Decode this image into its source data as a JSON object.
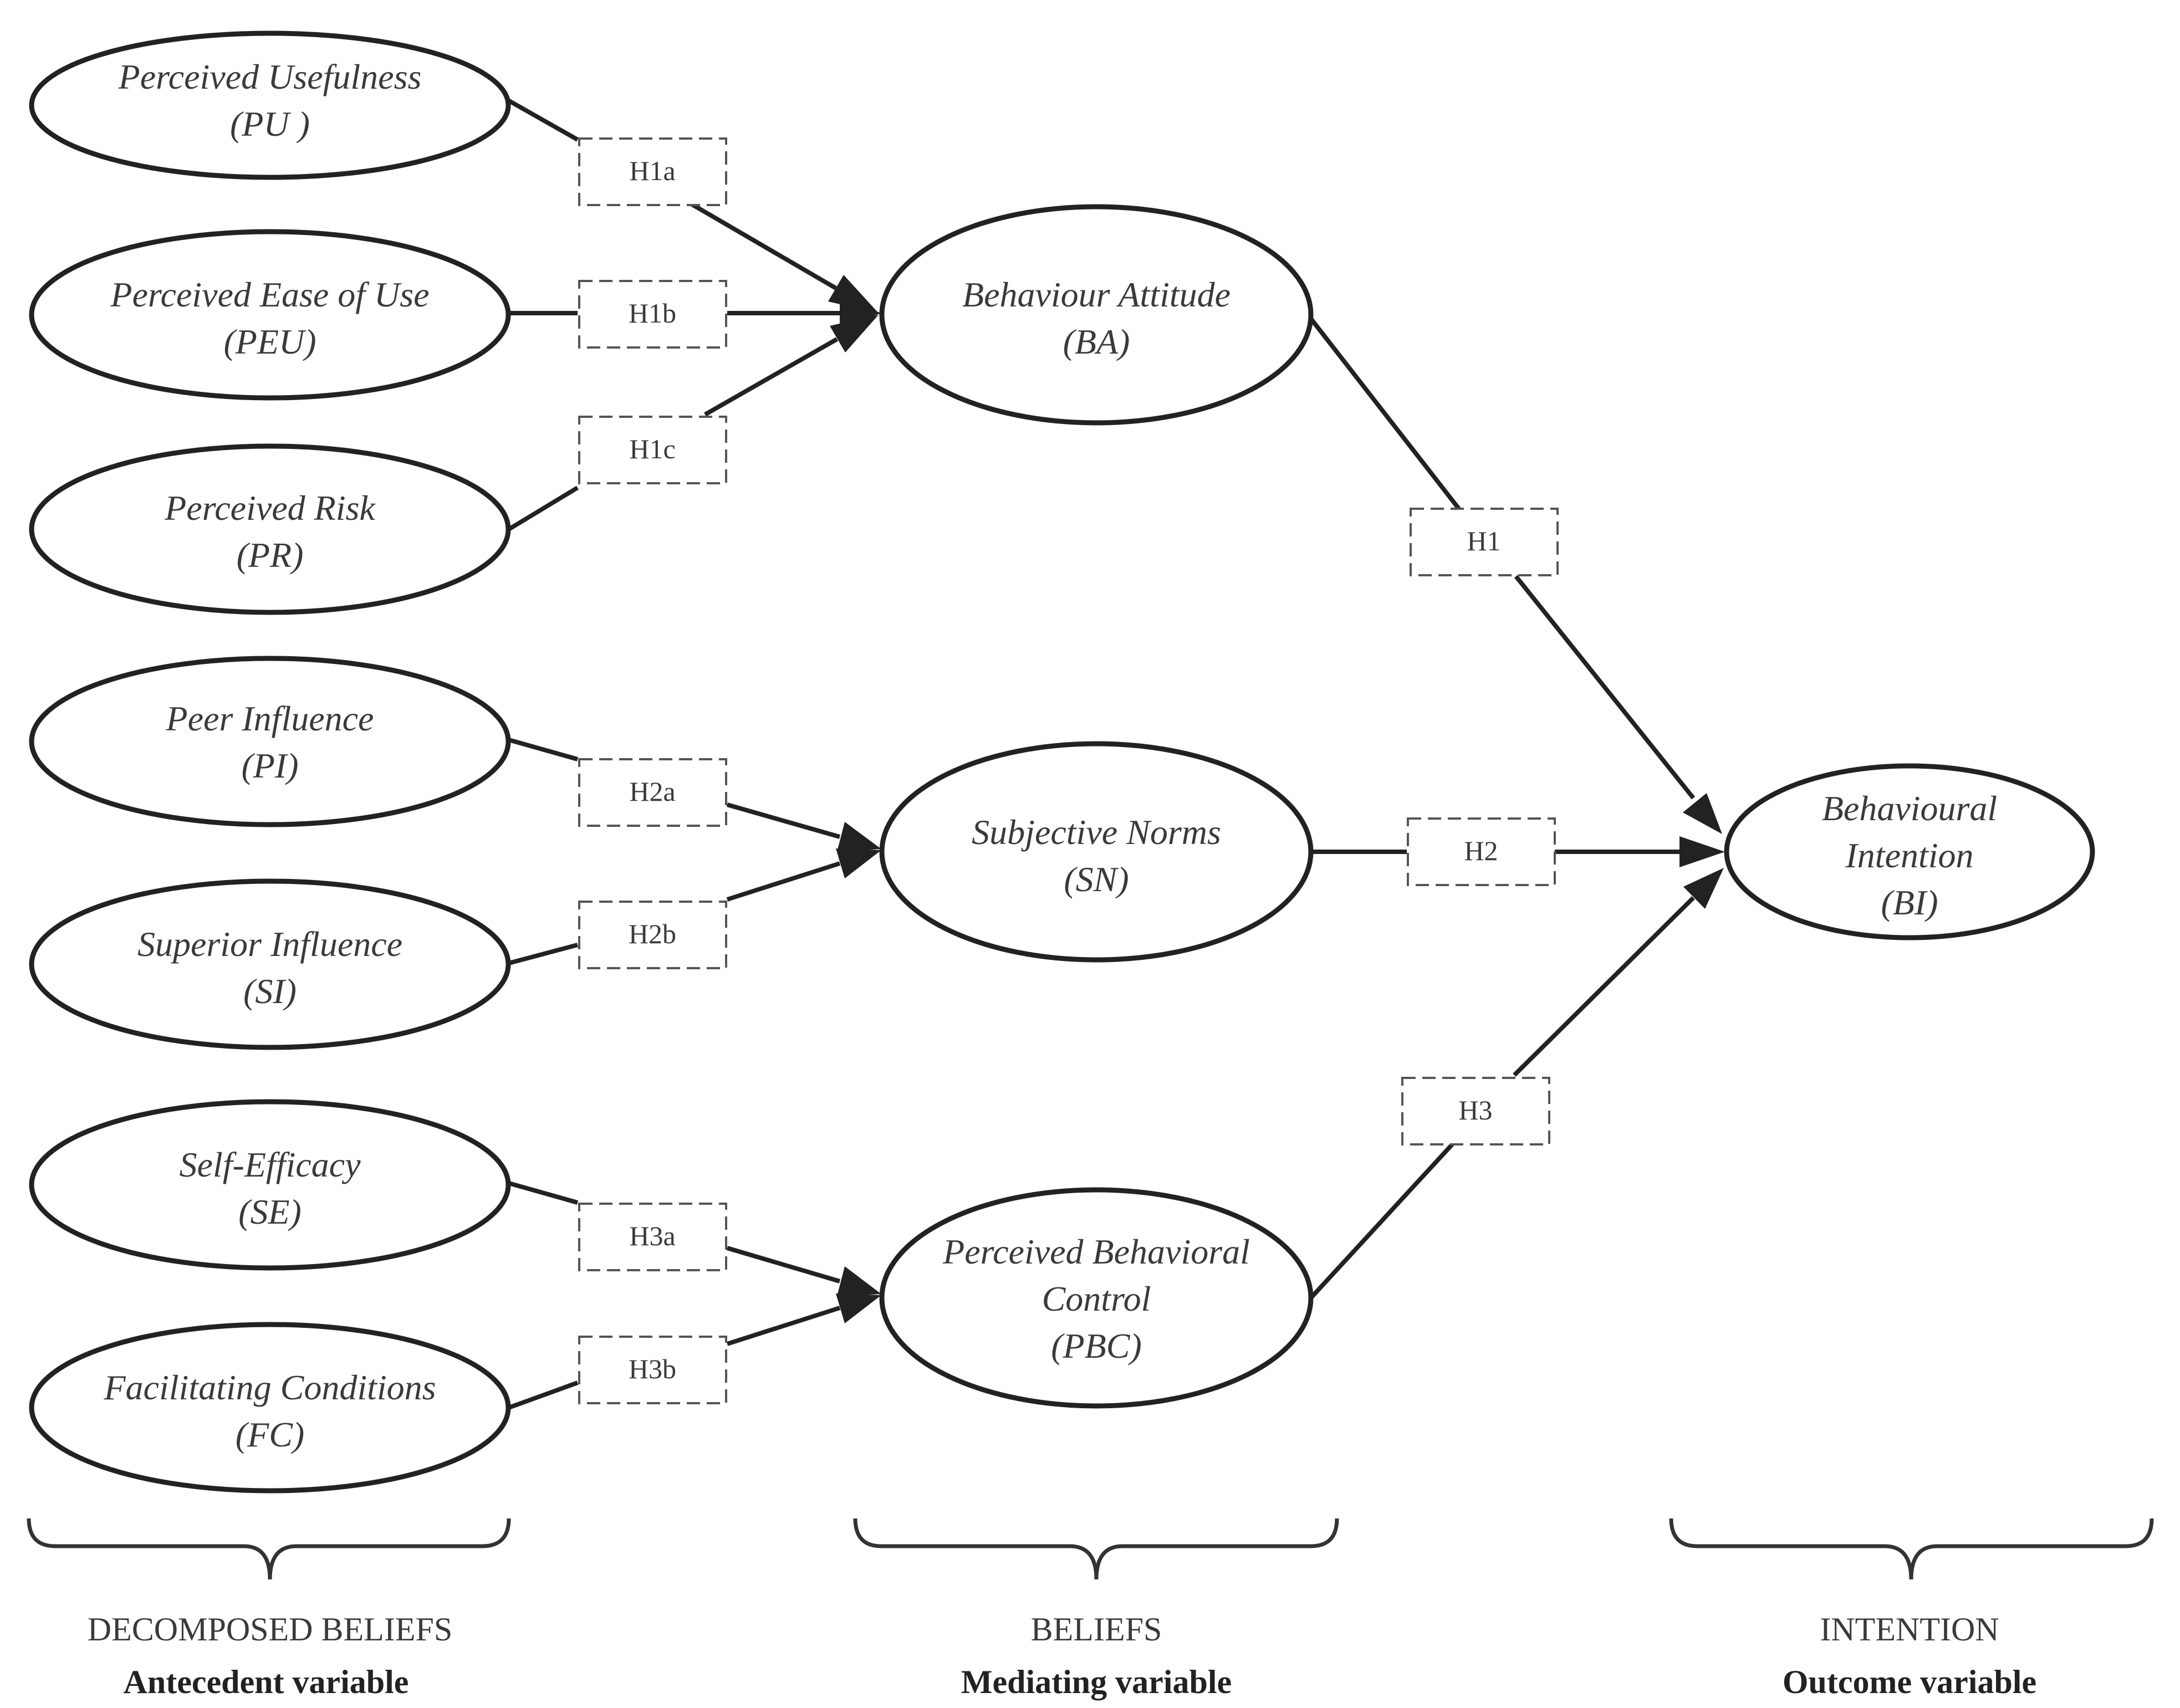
{
  "nodes": {
    "pu": {
      "lines": [
        "Perceived Usefulness",
        "(PU )"
      ]
    },
    "peu": {
      "lines": [
        "Perceived Ease of Use",
        "(PEU)"
      ]
    },
    "pr": {
      "lines": [
        "Perceived Risk",
        "(PR)"
      ]
    },
    "pi": {
      "lines": [
        "Peer Influence",
        "(PI)"
      ]
    },
    "si": {
      "lines": [
        "Superior Influence",
        "(SI)"
      ]
    },
    "se": {
      "lines": [
        "Self-Efficacy",
        "(SE)"
      ]
    },
    "fc": {
      "lines": [
        "Facilitating Conditions",
        "(FC)"
      ]
    },
    "ba": {
      "lines": [
        "Behaviour Attitude",
        "(BA)"
      ]
    },
    "sn": {
      "lines": [
        "Subjective Norms",
        "(SN)"
      ]
    },
    "pbc": {
      "lines": [
        "Perceived Behavioral",
        "Control",
        "(PBC)"
      ]
    },
    "bi": {
      "lines": [
        "Behavioural",
        "Intention",
        "(BI)"
      ]
    }
  },
  "hypotheses": {
    "h1a": "H1a",
    "h1b": "H1b",
    "h1c": "H1c",
    "h2a": "H2a",
    "h2b": "H2b",
    "h3a": "H3a",
    "h3b": "H3b",
    "h1": "H1",
    "h2": "H2",
    "h3": "H3"
  },
  "edges": [
    {
      "from": "pu",
      "to": "ba",
      "label": "h1a"
    },
    {
      "from": "peu",
      "to": "ba",
      "label": "h1b"
    },
    {
      "from": "pr",
      "to": "ba",
      "label": "h1c"
    },
    {
      "from": "pi",
      "to": "sn",
      "label": "h2a"
    },
    {
      "from": "si",
      "to": "sn",
      "label": "h2b"
    },
    {
      "from": "se",
      "to": "pbc",
      "label": "h3a"
    },
    {
      "from": "fc",
      "to": "pbc",
      "label": "h3b"
    },
    {
      "from": "ba",
      "to": "bi",
      "label": "h1"
    },
    {
      "from": "sn",
      "to": "bi",
      "label": "h2"
    },
    {
      "from": "pbc",
      "to": "bi",
      "label": "h3"
    }
  ],
  "groups": {
    "antecedent": {
      "title": "DECOMPOSED BELIEFS",
      "subtitle": "Antecedent variable"
    },
    "mediating": {
      "title": "BELIEFS",
      "subtitle": "Mediating variable"
    },
    "outcome": {
      "title": "INTENTION",
      "subtitle": "Outcome variable"
    }
  },
  "colors": {
    "stroke": "#222222",
    "dashed": "#555555",
    "text": "#3a3a3a",
    "background": "#ffffff"
  }
}
